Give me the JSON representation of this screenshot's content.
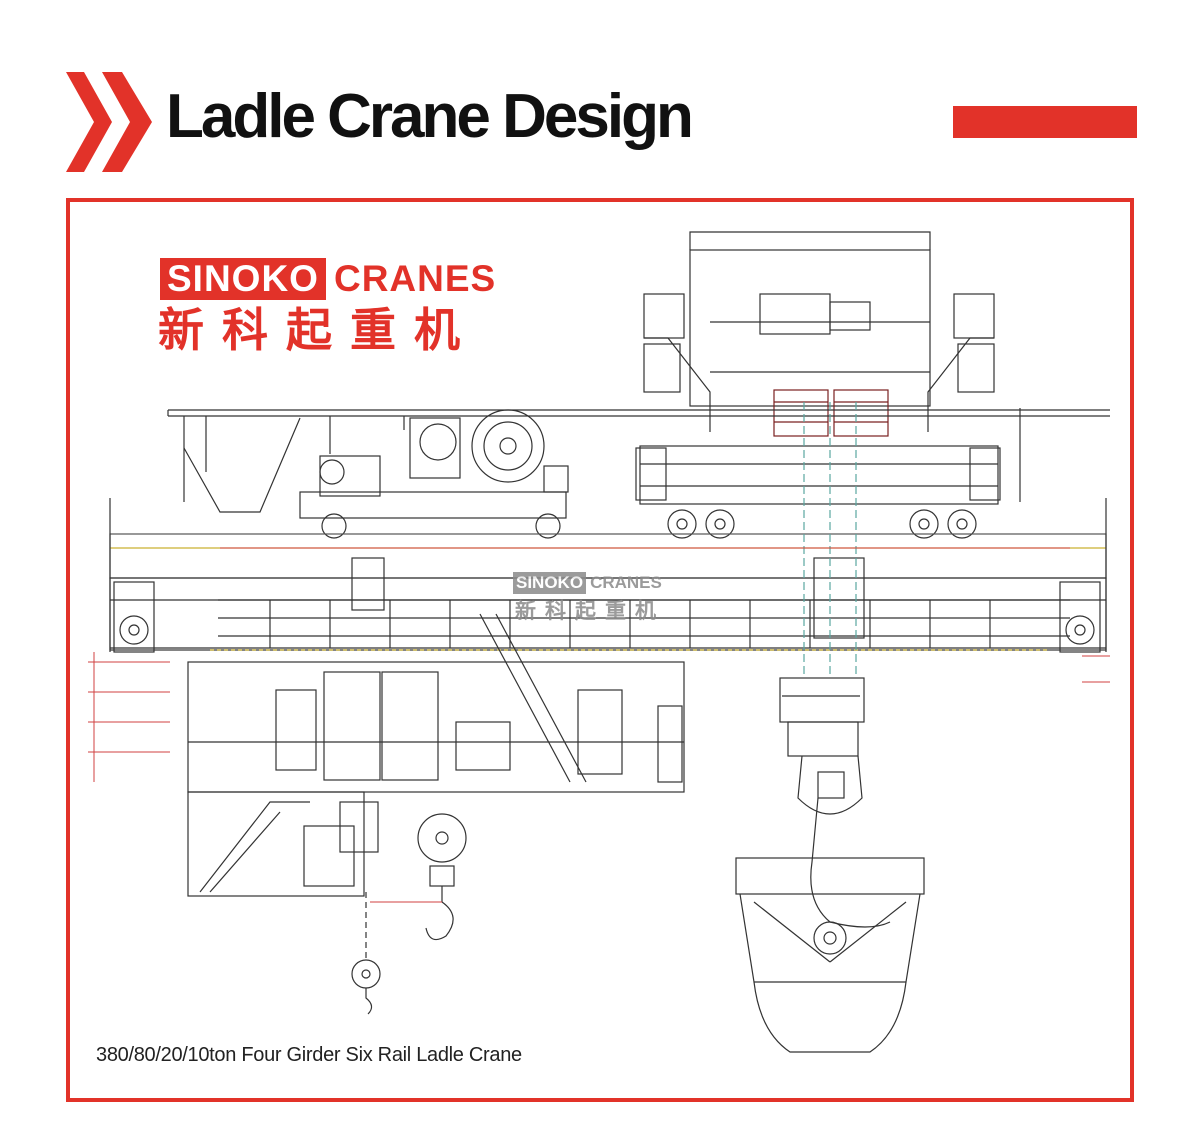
{
  "header": {
    "title": "Ladle Crane Design",
    "accent_color": "#e23229"
  },
  "logo": {
    "brand_box": "SINOKO",
    "brand_word": "CRANES",
    "brand_chinese": "新科起重机"
  },
  "watermark": {
    "brand_box": "SINOKO",
    "brand_word": "CRANES",
    "brand_chinese": "新科起重机"
  },
  "figure": {
    "caption": "380/80/20/10ton Four Girder Six Rail Ladle Crane"
  },
  "icons": {
    "header_decoration": "double-chevron-icon"
  }
}
